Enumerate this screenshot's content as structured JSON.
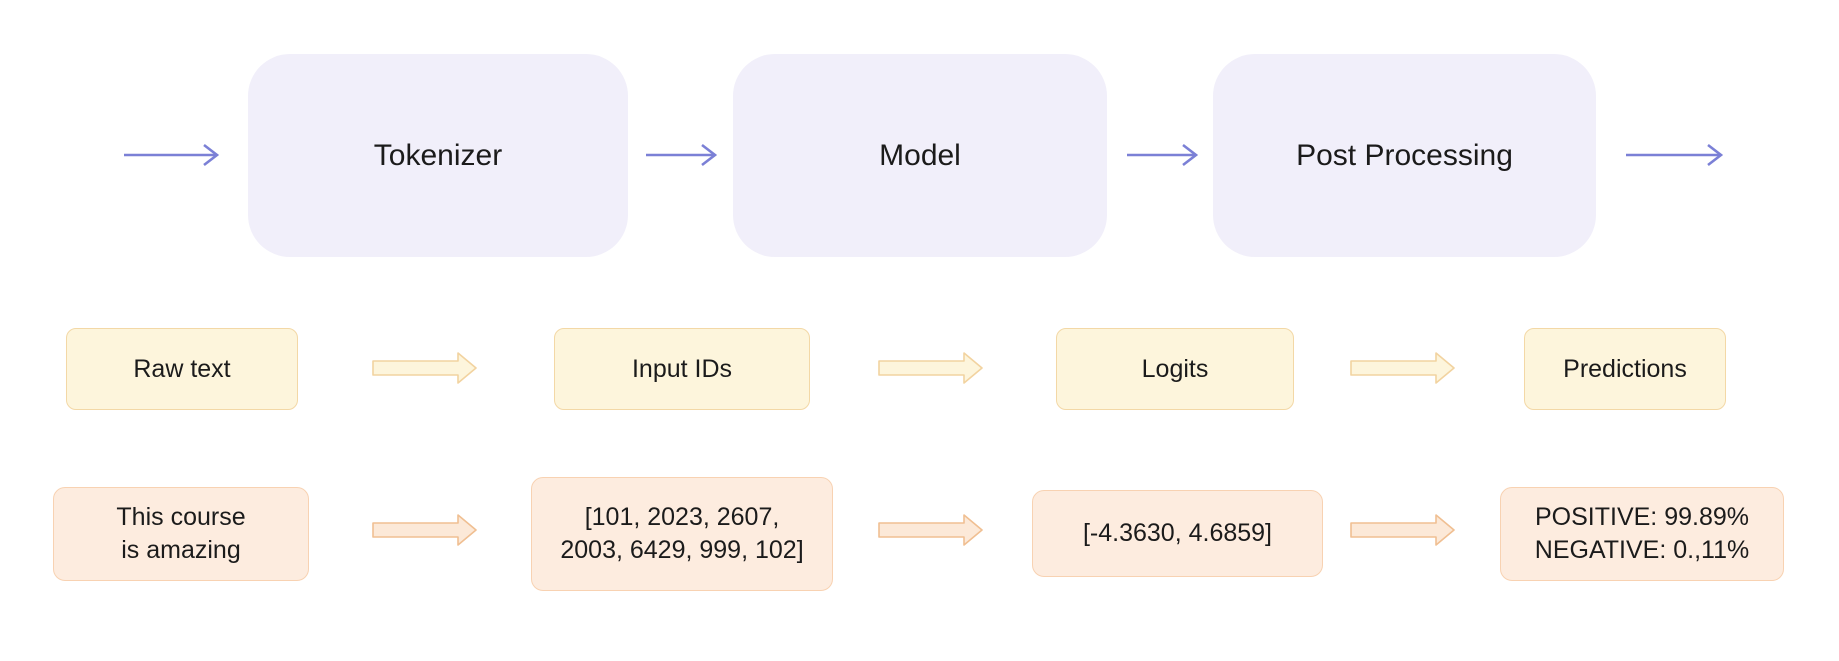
{
  "pipeline": {
    "stages": [
      {
        "label": "Tokenizer"
      },
      {
        "label": "Model"
      },
      {
        "label": "Post Processing"
      }
    ],
    "artifacts": [
      {
        "label": "Raw text"
      },
      {
        "label": "Input IDs"
      },
      {
        "label": "Logits"
      },
      {
        "label": "Predictions"
      }
    ],
    "examples": [
      {
        "text": "This course\nis amazing"
      },
      {
        "text": "[101, 2023, 2607,\n2003, 6429, 999, 102]"
      },
      {
        "text": "[-4.3630, 4.6859]"
      },
      {
        "text": "POSITIVE: 99.89%\nNEGATIVE: 0.,11%"
      }
    ],
    "colors": {
      "stage_box_bg": "#f1effa",
      "flow_arrow": "#7b80d6",
      "artifact_box_bg": "#fdf5dc",
      "artifact_box_border": "#f3d8a6",
      "artifact_arrow_fill": "#fdf5dc",
      "artifact_arrow_border": "#f2d3a0",
      "example_box_bg": "#fdecdf",
      "example_box_border": "#f8d2b2",
      "example_arrow_fill": "#fce9d8",
      "example_arrow_border": "#f0bf92",
      "text": "#1b1b1b",
      "background": "#ffffff"
    }
  }
}
